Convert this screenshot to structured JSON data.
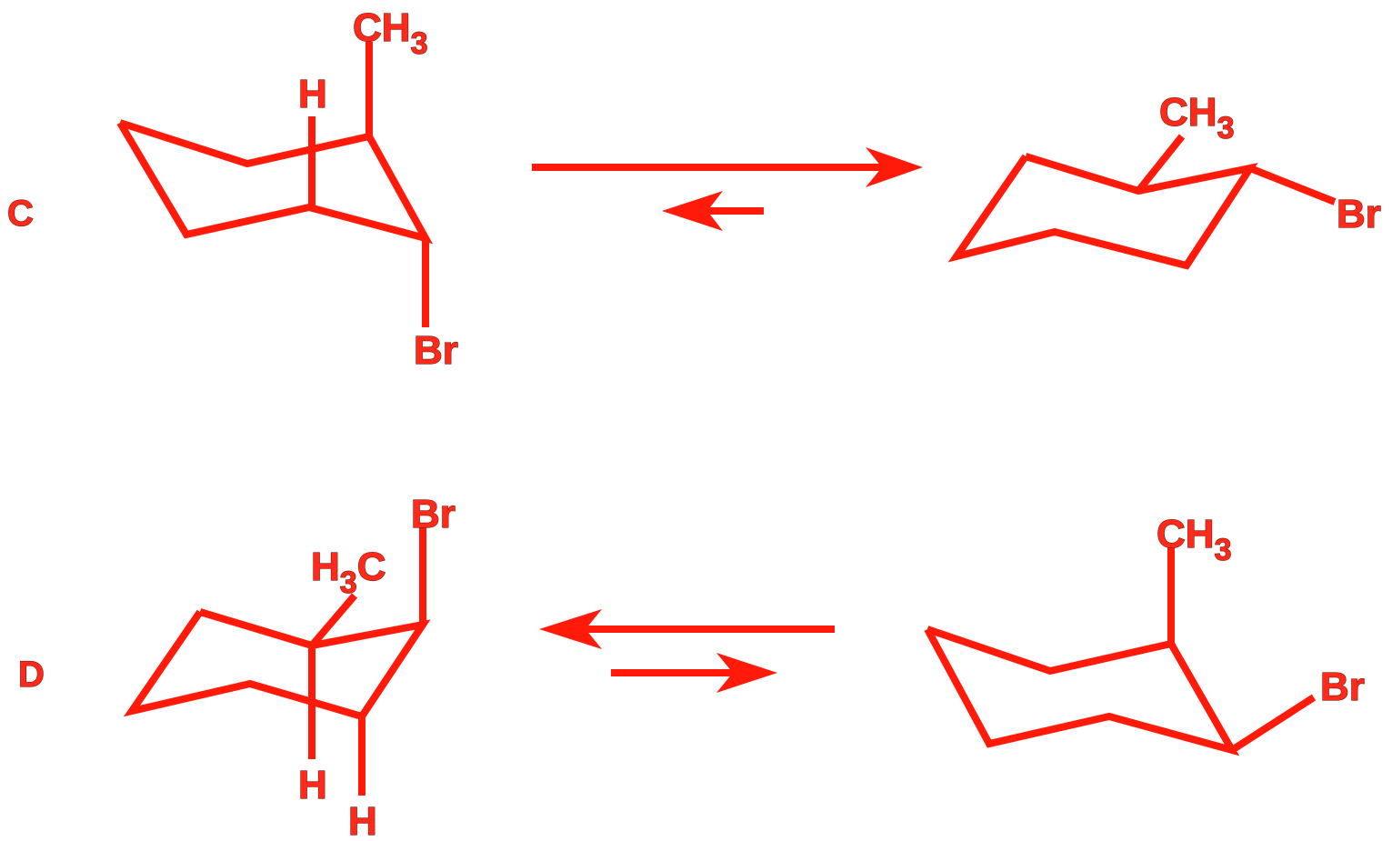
{
  "colors": {
    "stroke": "#ff1a0a",
    "text": "#ff2a1a",
    "text_outline": "#7a1a12"
  },
  "labels": {
    "c": "C",
    "d": "D"
  },
  "row_c": {
    "left": {
      "ch3": "CH",
      "ch3_sub": "3",
      "h": "H",
      "br": "Br"
    },
    "right": {
      "ch3": "CH",
      "ch3_sub": "3",
      "br": "Br"
    },
    "equilibrium": "favors-right"
  },
  "row_d": {
    "left": {
      "br": "Br",
      "h3c_h": "H",
      "h3c_sub": "3",
      "h3c_c": "C",
      "h1": "H",
      "h2": "H"
    },
    "right": {
      "ch3": "CH",
      "ch3_sub": "3",
      "br": "Br"
    },
    "equilibrium": "favors-left"
  }
}
